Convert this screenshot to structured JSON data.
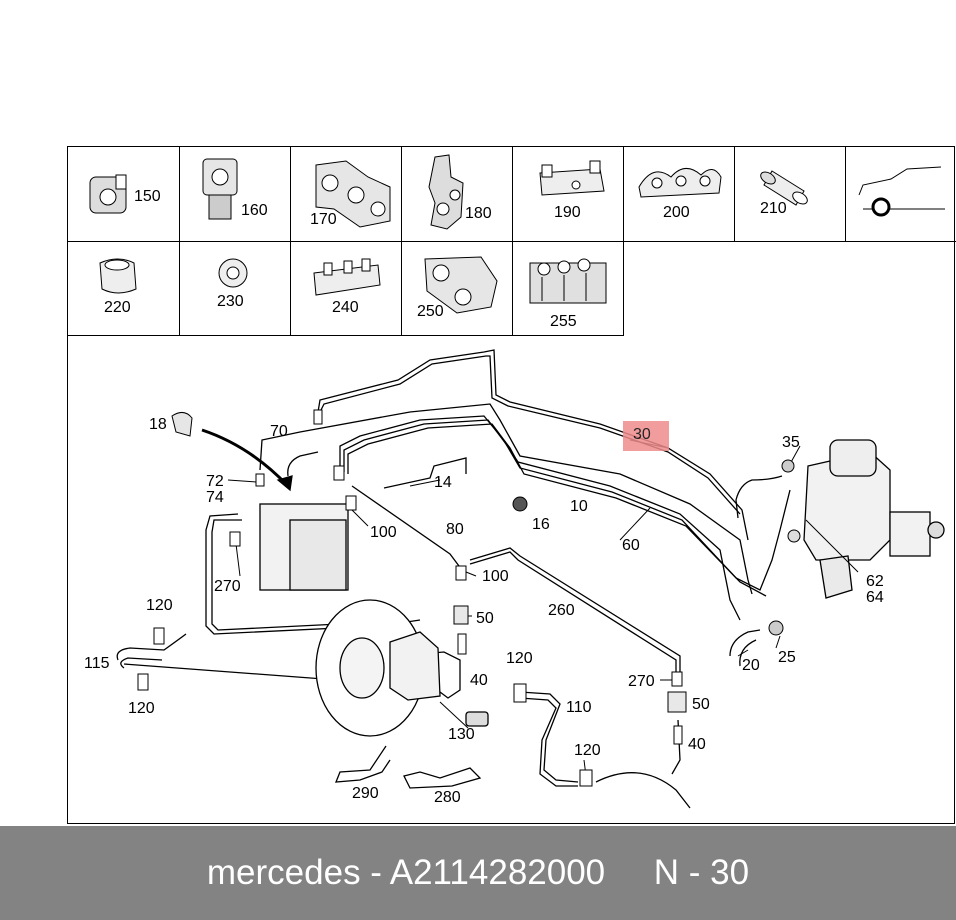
{
  "parts_grid": [
    {
      "label": "150",
      "icon": "bushing-clip-icon"
    },
    {
      "label": "160",
      "icon": "mount-clip-icon"
    },
    {
      "label": "170",
      "icon": "double-clip-icon"
    },
    {
      "label": "180",
      "icon": "bracket-clip-icon"
    },
    {
      "label": "190",
      "icon": "pipe-holder-icon"
    },
    {
      "label": "200",
      "icon": "multi-clip-icon"
    },
    {
      "label": "210",
      "icon": "sleeve-icon"
    },
    {
      "label": "",
      "icon": "car-silhouette-icon"
    },
    {
      "label": "220",
      "icon": "rubber-bushing-icon"
    },
    {
      "label": "230",
      "icon": "grommet-icon"
    },
    {
      "label": "240",
      "icon": "clip-strip-icon"
    },
    {
      "label": "250",
      "icon": "clamp-clip-icon"
    },
    {
      "label": "255",
      "icon": "clip-block-icon"
    }
  ],
  "callouts": {
    "c18": "18",
    "c70": "70",
    "c72": "72",
    "c74": "74",
    "c14": "14",
    "c16": "16",
    "c10": "10",
    "c60": "60",
    "c35": "35",
    "c100a": "100",
    "c80": "80",
    "c100b": "100",
    "c270a": "270",
    "c50a": "50",
    "c260": "260",
    "c62": "62",
    "c64": "64",
    "c20": "20",
    "c25": "25",
    "c120a": "120",
    "c115": "115",
    "c120b": "120",
    "c40a": "40",
    "c120c": "120",
    "c110": "110",
    "c270b": "270",
    "c50b": "50",
    "c130": "130",
    "c40b": "40",
    "c120d": "120",
    "c290": "290",
    "c280": "280"
  },
  "highlight": {
    "label": "30",
    "color": "#f08c8c"
  },
  "footer": {
    "text": "mercedes - A2114282000     N - 30",
    "bg_color": "#838383"
  }
}
